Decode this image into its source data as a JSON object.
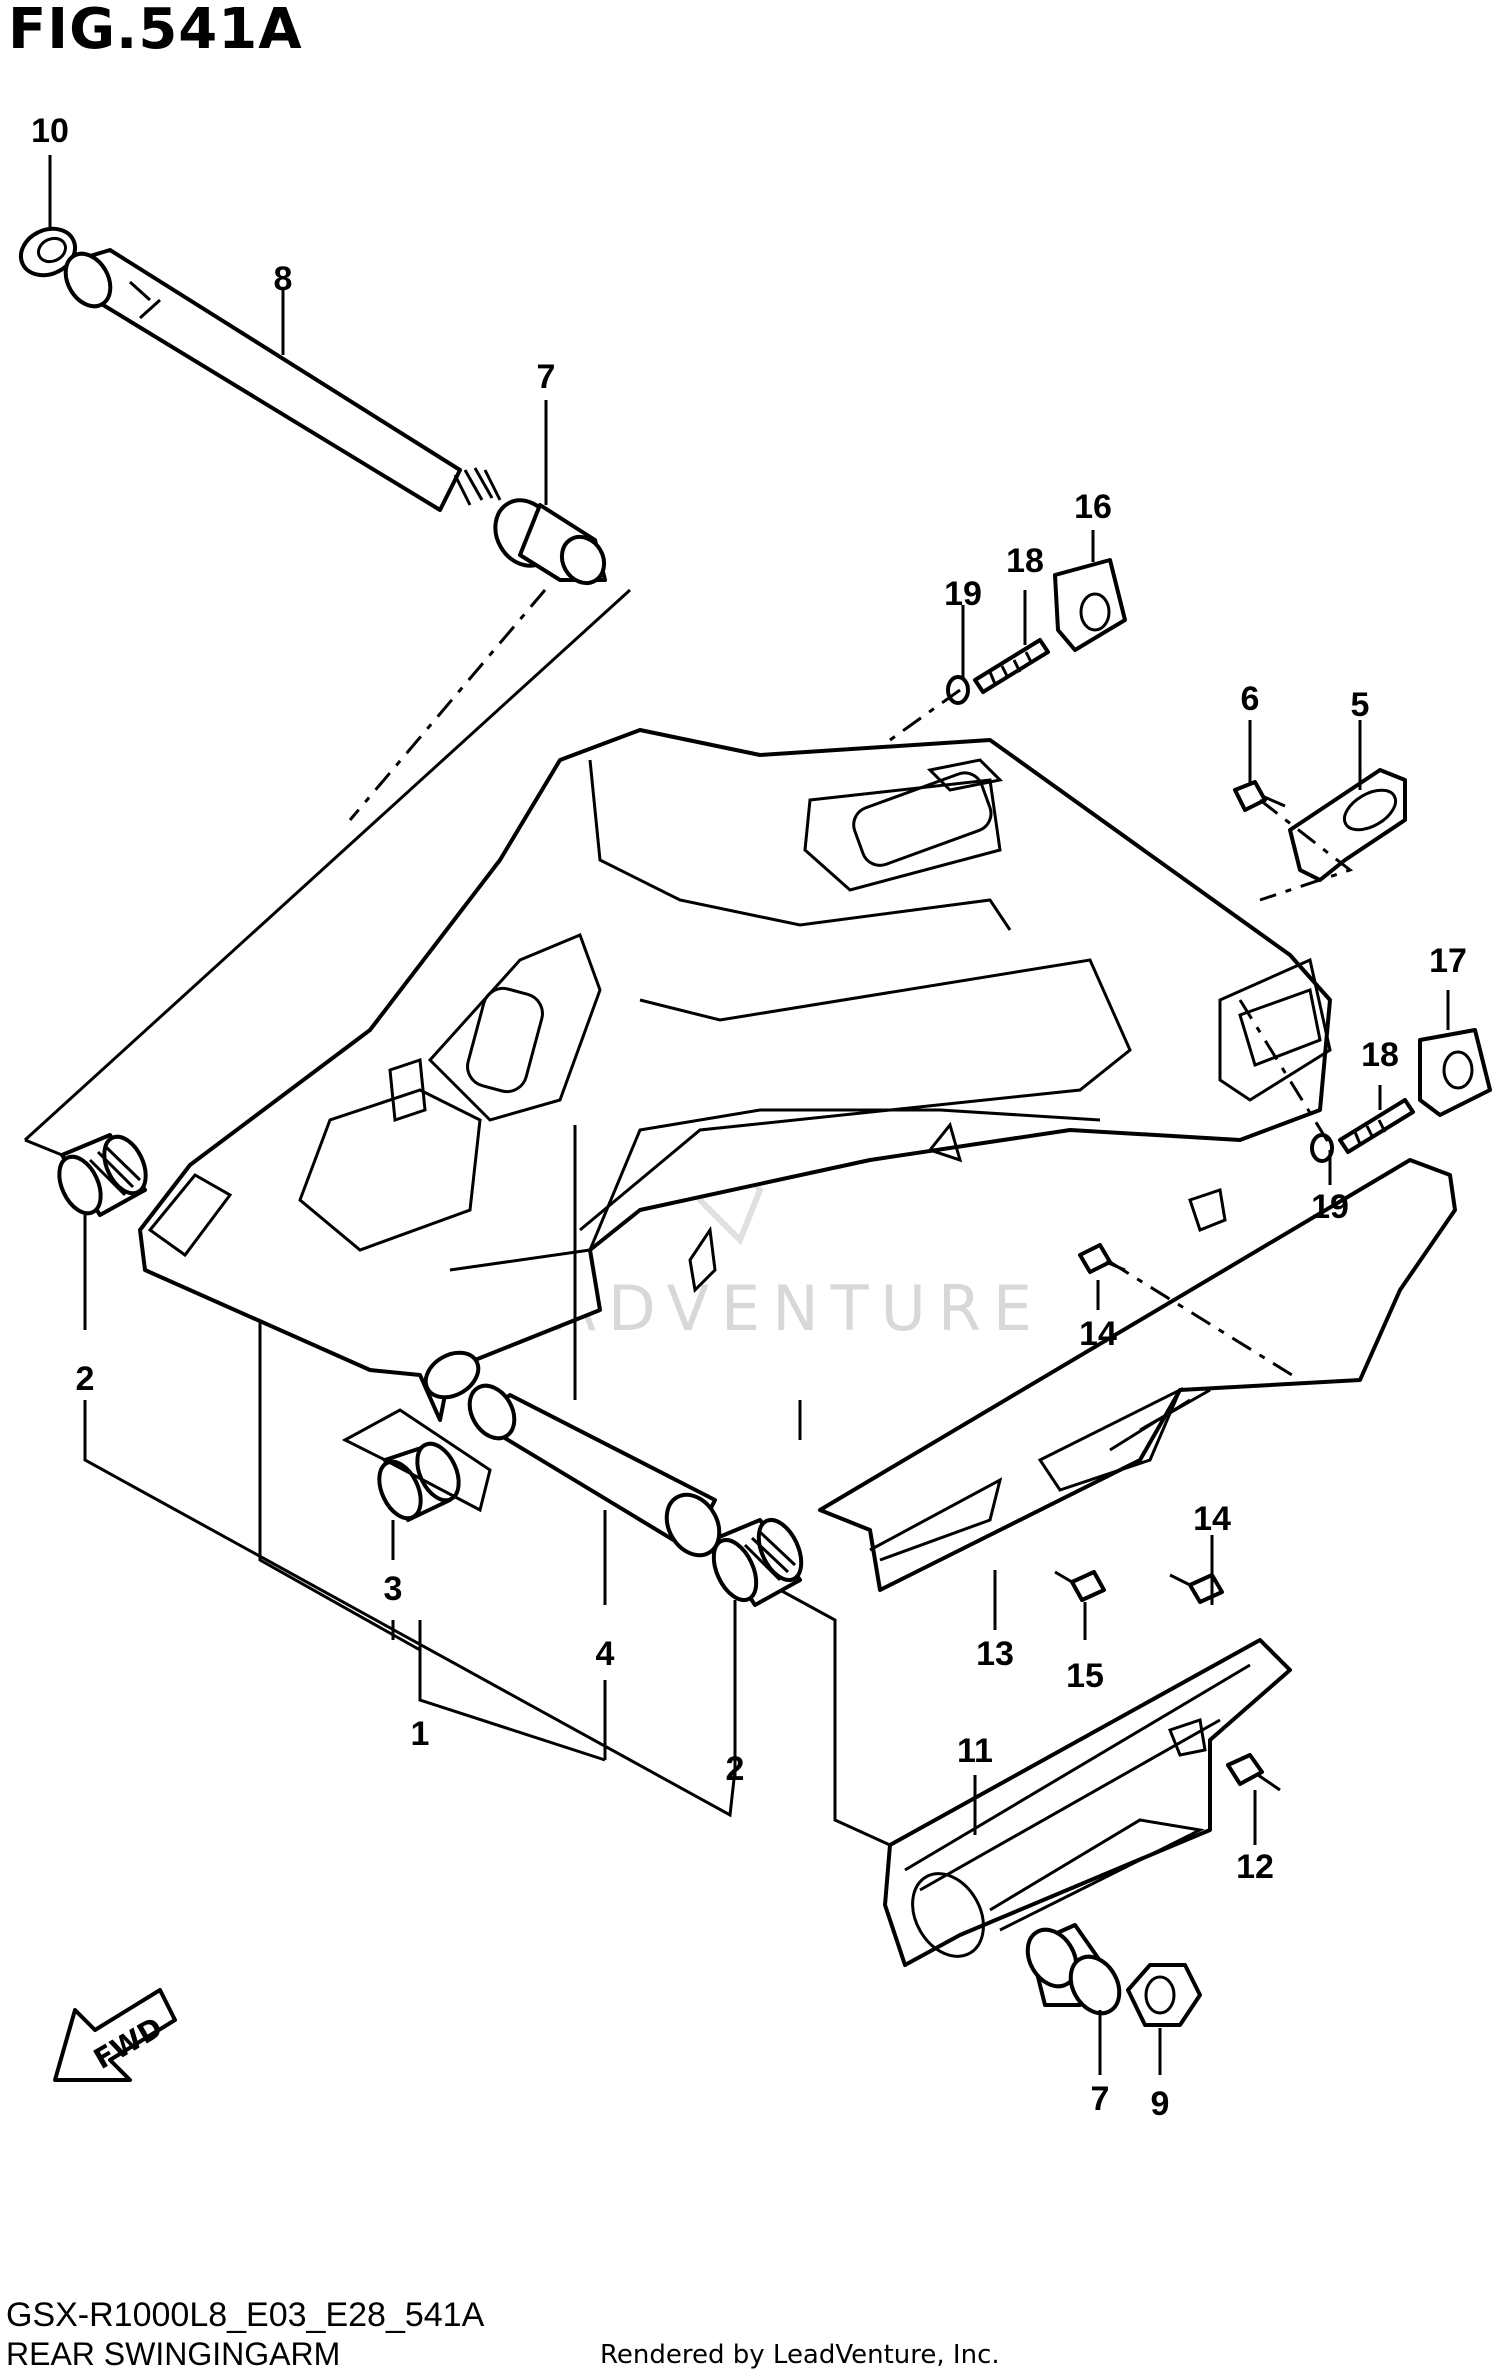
{
  "figure": {
    "title": "FIG.541A",
    "model_code": "GSX-R1000L8_E03_E28_541A",
    "name": "REAR SWINGINGARM",
    "credit": "Rendered by LeadVenture, Inc.",
    "watermark": "LEADVENTURE"
  },
  "fwd_label": "FWD",
  "callouts": {
    "c1": "1",
    "c2a": "2",
    "c2b": "2",
    "c3": "3",
    "c4": "4",
    "c5": "5",
    "c6": "6",
    "c7a": "7",
    "c7b": "7",
    "c8": "8",
    "c9": "9",
    "c10": "10",
    "c11": "11",
    "c12": "12",
    "c13": "13",
    "c14a": "14",
    "c14b": "14",
    "c15": "15",
    "c16": "16",
    "c17": "17",
    "c18a": "18",
    "c18b": "18",
    "c19a": "19",
    "c19b": "19"
  }
}
